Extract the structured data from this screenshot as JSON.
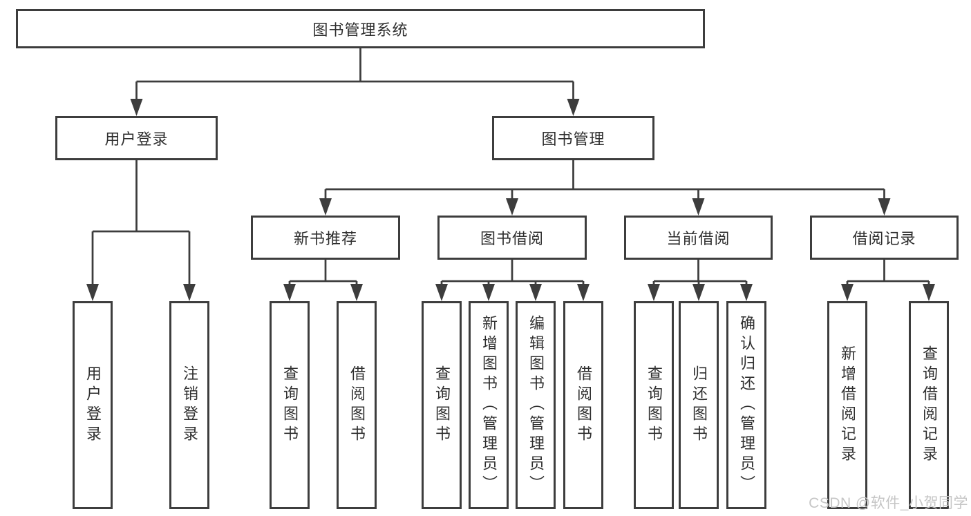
{
  "colors": {
    "line_color": "#3d3d3d",
    "text_color": "#2f2f2f",
    "box_bg": "#ffffff",
    "watermark_color": "#c6c6c6",
    "page_bg": "#ffffff"
  },
  "diagram": {
    "root": {
      "label": "图书管理系统"
    },
    "branches": {
      "user_login": {
        "label": "用户登录",
        "children": [
          {
            "label": "用户登录"
          },
          {
            "label": "注销登录"
          }
        ]
      },
      "book_management": {
        "label": "图书管理",
        "children": {
          "new_book_recommend": {
            "label": "新书推荐",
            "children": [
              {
                "label": "查询图书"
              },
              {
                "label": "借阅图书"
              }
            ]
          },
          "book_borrowing": {
            "label": "图书借阅",
            "children": [
              {
                "label": "查询图书"
              },
              {
                "label": "新增图书（管理员）"
              },
              {
                "label": "编辑图书（管理员）"
              },
              {
                "label": "借阅图书"
              }
            ]
          },
          "current_borrowing": {
            "label": "当前借阅",
            "children": [
              {
                "label": "查询图书"
              },
              {
                "label": "归还图书"
              },
              {
                "label": "确认归还（管理员）"
              }
            ]
          },
          "borrowing_records": {
            "label": "借阅记录",
            "children": [
              {
                "label": "新增借阅记录"
              },
              {
                "label": "查询借阅记录"
              }
            ]
          }
        }
      }
    }
  },
  "watermark": {
    "text": "CSDN @软件_小贺同学"
  }
}
